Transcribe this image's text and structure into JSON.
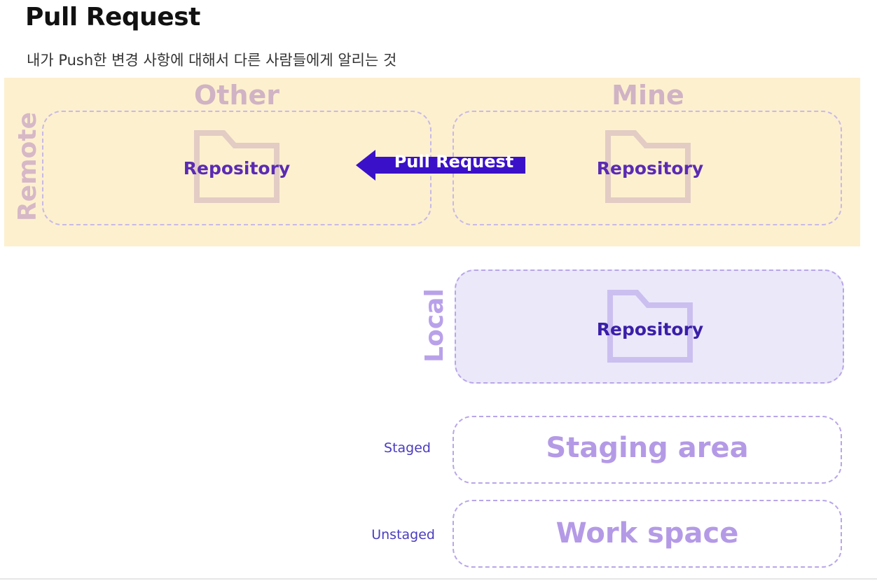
{
  "page": {
    "title": "Pull Request",
    "subtitle": "내가 Push한 변경 사항에 대해서 다른 사람들에게 알리는 것"
  },
  "remote": {
    "label": "Remote",
    "other": {
      "label": "Other",
      "repository": "Repository"
    },
    "mine": {
      "label": "Mine",
      "repository": "Repository"
    },
    "arrow_label": "Pull Request"
  },
  "local": {
    "label": "Local",
    "repository": "Repository"
  },
  "staging": {
    "side_label": "Staged",
    "area": "Staging area"
  },
  "workspace": {
    "side_label": "Unstaged",
    "area": "Work space"
  },
  "colors": {
    "remote_band": "#fdf0cf",
    "local_box": "#ebe8fa",
    "arrow": "#3b10c9",
    "repo_text": "#5b2bb3",
    "zone_text_remote": "#d0b3c4",
    "zone_text_local": "#b49ae6"
  },
  "icons": [
    "folder-icon",
    "arrow-left-icon"
  ]
}
